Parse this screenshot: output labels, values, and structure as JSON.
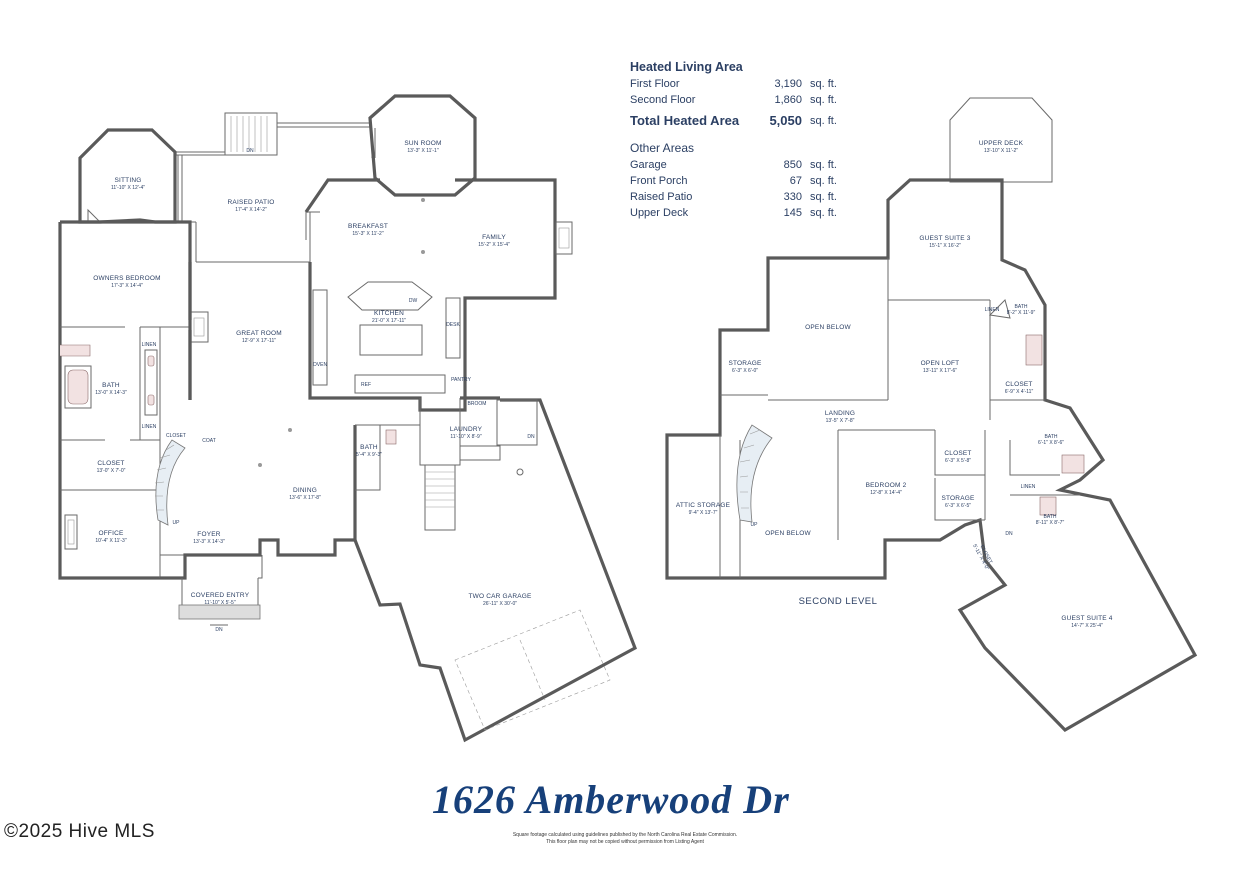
{
  "area_table": {
    "heated_title": "Heated Living Area",
    "heated_rows": [
      {
        "label": "First Floor",
        "value": "3,190",
        "unit": "sq. ft."
      },
      {
        "label": "Second Floor",
        "value": "1,860",
        "unit": "sq. ft."
      }
    ],
    "total": {
      "label": "Total Heated Area",
      "value": "5,050",
      "unit": "sq. ft."
    },
    "other_title": "Other Areas",
    "other_rows": [
      {
        "label": "Garage",
        "value": "850",
        "unit": "sq. ft."
      },
      {
        "label": "Front Porch",
        "value": "67",
        "unit": "sq. ft."
      },
      {
        "label": "Raised Patio",
        "value": "330",
        "unit": "sq. ft."
      },
      {
        "label": "Upper Deck",
        "value": "145",
        "unit": "sq. ft."
      }
    ]
  },
  "first_floor": {
    "sitting": {
      "name": "SITTING",
      "dim": "11'-10\" X 12'-4\""
    },
    "raised_patio": {
      "name": "RAISED PATIO",
      "dim": "17'-4\" X 14'-2\""
    },
    "sun_room": {
      "name": "SUN ROOM",
      "dim": "13'-3\" X 11'-1\""
    },
    "breakfast": {
      "name": "BREAKFAST",
      "dim": "15'-3\" X 11'-2\""
    },
    "family": {
      "name": "FAMILY",
      "dim": "15'-2\" X 15'-4\""
    },
    "owners_bedroom": {
      "name": "OWNERS BEDROOM",
      "dim": "17'-3\" X 14'-4\""
    },
    "great_room": {
      "name": "GREAT ROOM",
      "dim": "12'-9\" X 17'-11\""
    },
    "kitchen": {
      "name": "KITCHEN",
      "dim": "21'-0\" X 17'-11\""
    },
    "bath": {
      "name": "BATH",
      "dim": "13'-0\" X 14'-3\""
    },
    "closet": {
      "name": "CLOSET",
      "dim": "13'-0\" X 7'-0\""
    },
    "office": {
      "name": "OFFICE",
      "dim": "10'-4\" X 11'-3\""
    },
    "foyer": {
      "name": "FOYER",
      "dim": "13'-3\" X 14'-3\""
    },
    "dining": {
      "name": "DINING",
      "dim": "13'-6\" X 17'-8\""
    },
    "laundry": {
      "name": "LAUNDRY",
      "dim": "11'-10\" X 8'-9\""
    },
    "half_bath": {
      "name": "BATH",
      "dim": "5'-4\" X 9'-3\""
    },
    "two_car_garage": {
      "name": "TWO CAR GARAGE",
      "dim": "26'-11\" X 30'-0\""
    },
    "covered_entry": {
      "name": "COVERED ENTRY",
      "dim": "11'-10\" X 5'-5\""
    },
    "labels": {
      "linen1": "LINEN",
      "linen2": "LINEN",
      "closet_small": "CLOSET",
      "coat": "COAT",
      "pantry": "PANTRY",
      "broom": "BROOM",
      "dn_patio": "DN",
      "dn_garage": "DN",
      "dn_entry": "DN",
      "up": "UP",
      "oven": "OVEN",
      "ref": "REF",
      "dw": "DW",
      "desk": "DESK"
    }
  },
  "second_floor": {
    "upper_deck": {
      "name": "UPPER DECK",
      "dim": "13'-10\" X 11'-2\""
    },
    "guest_suite_3": {
      "name": "GUEST SUITE 3",
      "dim": "15'-1\" X 16'-2\""
    },
    "open_below_1": {
      "name": "OPEN BELOW"
    },
    "storage_1": {
      "name": "STORAGE",
      "dim": "6'-3\" X 6'-0\""
    },
    "open_loft": {
      "name": "OPEN LOFT",
      "dim": "13'-11\" X 17'-6\""
    },
    "bath_3": {
      "name": "BATH",
      "dim": "8'-2\" X 11'-9\""
    },
    "linen_3": {
      "name": "LINEN"
    },
    "closet_3": {
      "name": "CLOSET",
      "dim": "6'-9\" X 4'-11\""
    },
    "landing": {
      "name": "LANDING",
      "dim": "13'-5\" X 7'-8\""
    },
    "attic_storage": {
      "name": "ATTIC STORAGE",
      "dim": "9'-4\" X 13'-7\""
    },
    "open_below_2": {
      "name": "OPEN BELOW"
    },
    "bedroom_2": {
      "name": "BEDROOM 2",
      "dim": "12'-8\" X 14'-4\""
    },
    "closet_2": {
      "name": "CLOSET",
      "dim": "6'-3\" X 5'-8\""
    },
    "storage_2": {
      "name": "STORAGE",
      "dim": "6'-3\" X 6'-5\""
    },
    "bath_2": {
      "name": "BATH",
      "dim": "6'-1\" X 8'-6\""
    },
    "linen_4": {
      "name": "LINEN"
    },
    "bath_4": {
      "name": "BATH",
      "dim": "8'-11\" X 8'-7\""
    },
    "closet_4": {
      "name": "CLOSET",
      "dim": "5'-11\" X 4'-0\""
    },
    "guest_suite_4": {
      "name": "GUEST SUITE 4",
      "dim": "14'-7\" X 25'-4\""
    },
    "dn": "DN",
    "up": "UP",
    "level_title": "SECOND LEVEL"
  },
  "address": "1626 Amberwood Dr",
  "disclaimer_line1": "Square footage calculated using guidelines published by the North Carolina Real Estate Commission.",
  "disclaimer_line2": "This floor plan may not be copied without permission from Listing Agent",
  "copyright": "©2025 Hive MLS"
}
